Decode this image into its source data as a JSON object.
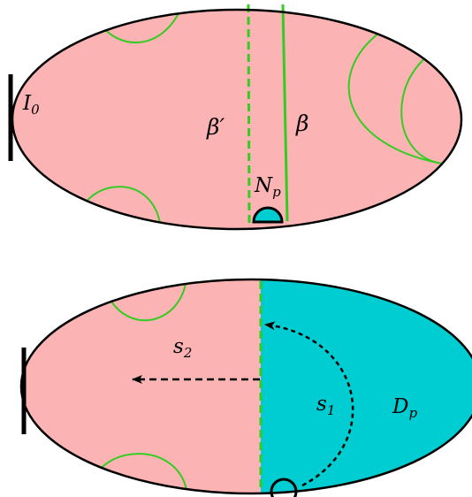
{
  "colors": {
    "surface_fill": "#fbb4b3",
    "disk_fill": "#00cdd2",
    "curve_green": "#33cc22",
    "outline": "#000000",
    "background": "#ffffff"
  },
  "top_panel": {
    "label_interval": {
      "main": "I",
      "sub": "0"
    },
    "label_beta_prime": "β′",
    "label_beta": "β",
    "label_neighborhood": {
      "main": "N",
      "sub": "p"
    }
  },
  "bottom_panel": {
    "label_s2": {
      "main": "s",
      "sub": "2"
    },
    "label_s1": {
      "main": "s",
      "sub": "1"
    },
    "label_disk": {
      "main": "D",
      "sub": "p"
    }
  }
}
